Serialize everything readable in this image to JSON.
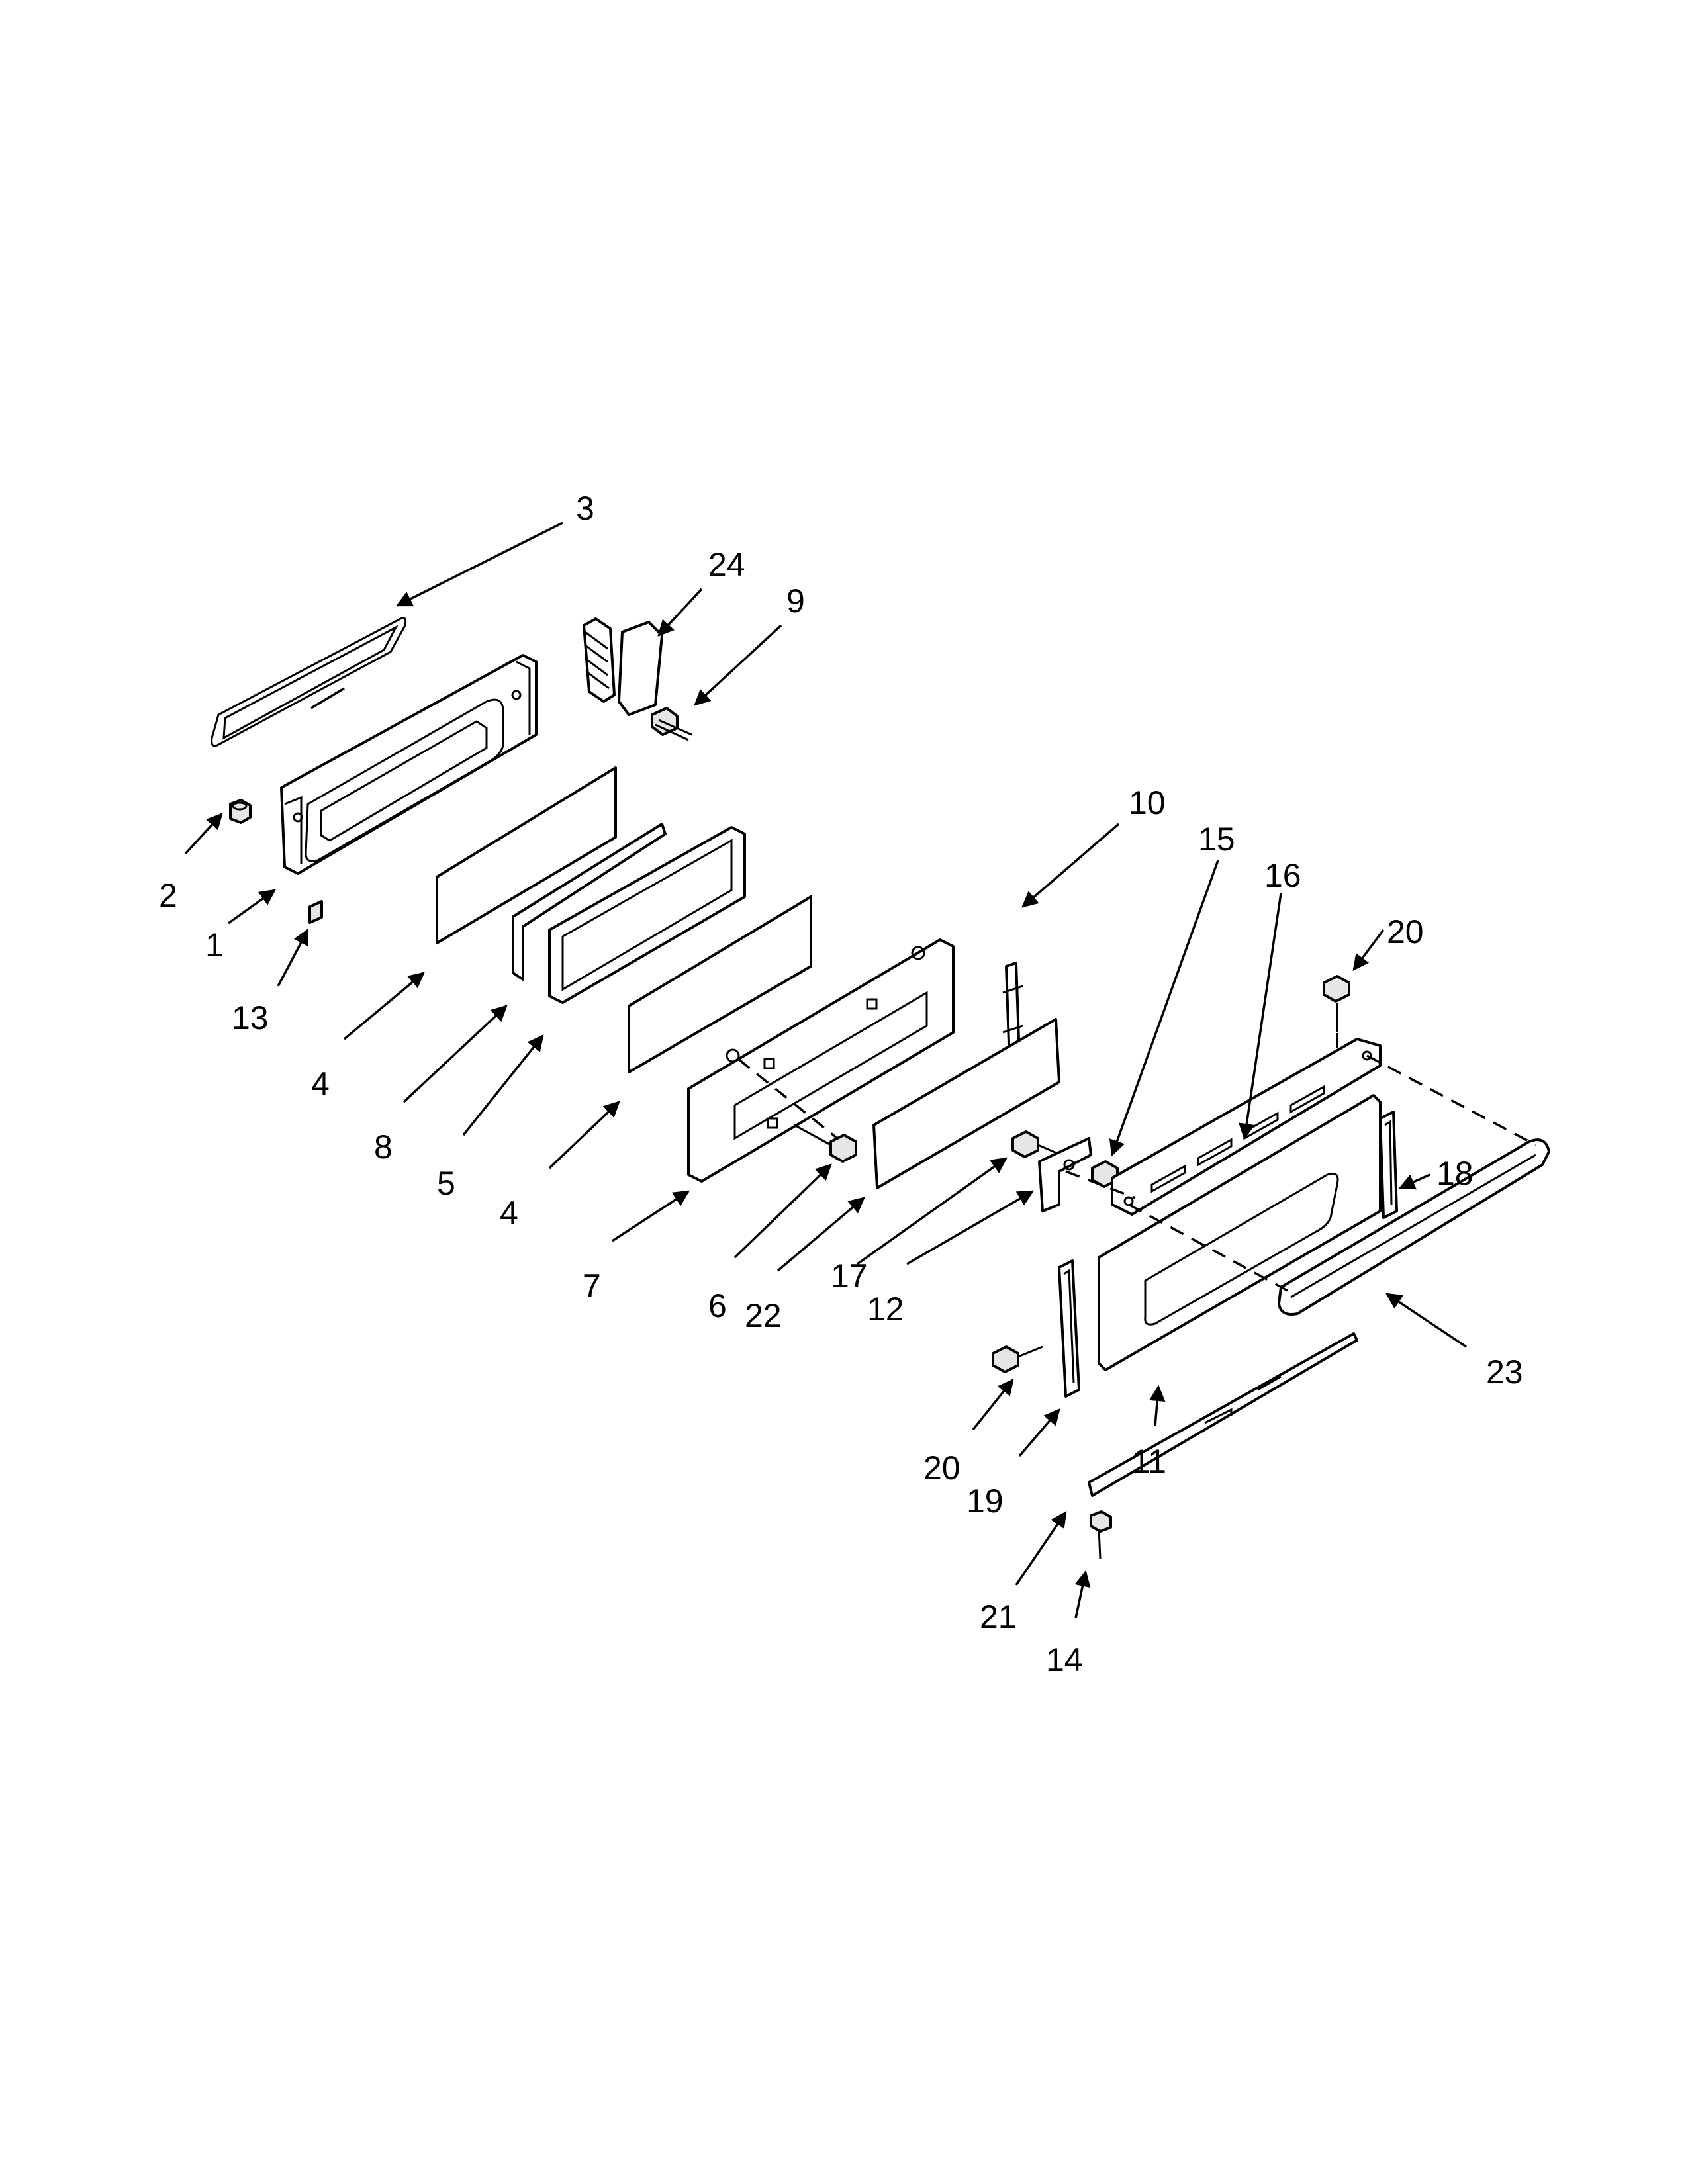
{
  "callouts": [
    {
      "id": "c1",
      "label": "1"
    },
    {
      "id": "c2",
      "label": "2"
    },
    {
      "id": "c3",
      "label": "3"
    },
    {
      "id": "c4a",
      "label": "4"
    },
    {
      "id": "c4b",
      "label": "4"
    },
    {
      "id": "c5",
      "label": "5"
    },
    {
      "id": "c6",
      "label": "6"
    },
    {
      "id": "c7",
      "label": "7"
    },
    {
      "id": "c8",
      "label": "8"
    },
    {
      "id": "c9",
      "label": "9"
    },
    {
      "id": "c10",
      "label": "10"
    },
    {
      "id": "c11",
      "label": "11"
    },
    {
      "id": "c12",
      "label": "12"
    },
    {
      "id": "c13",
      "label": "13"
    },
    {
      "id": "c14",
      "label": "14"
    },
    {
      "id": "c15",
      "label": "15"
    },
    {
      "id": "c16",
      "label": "16"
    },
    {
      "id": "c17",
      "label": "17"
    },
    {
      "id": "c18",
      "label": "18"
    },
    {
      "id": "c19",
      "label": "19"
    },
    {
      "id": "c20a",
      "label": "20"
    },
    {
      "id": "c20b",
      "label": "20"
    },
    {
      "id": "c21",
      "label": "21"
    },
    {
      "id": "c22",
      "label": "22"
    },
    {
      "id": "c23",
      "label": "23"
    },
    {
      "id": "c24",
      "label": "24"
    }
  ]
}
